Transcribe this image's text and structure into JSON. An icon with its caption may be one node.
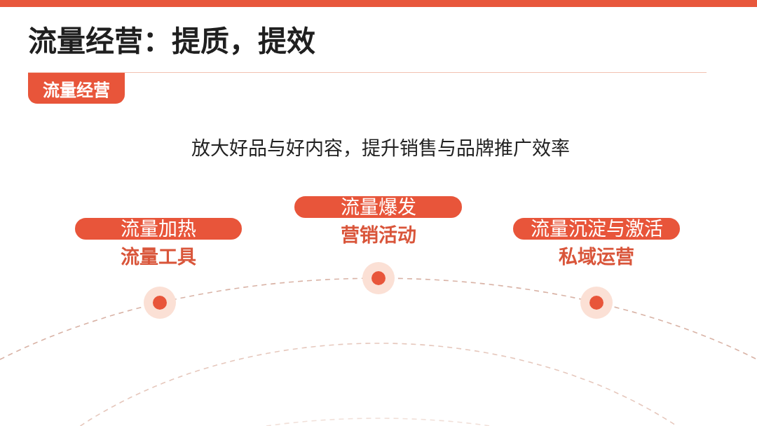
{
  "diagram": {
    "title": "流量经营：提质，提效",
    "nodes": [
      {
        "text": [
          "流量经营"
        ]
      },
      {
        "text": [
          "流量加热"
        ],
        "beside": [
          "流量工具"
        ]
      },
      {
        "text": [
          "流量爆发"
        ],
        "beside": [
          "营销活动"
        ]
      },
      {
        "text": [
          "流量沉淀与激活"
        ],
        "beside": [
          "私域运营"
        ]
      }
    ],
    "labels": [
      "放大好品与好内容，提升销售与品牌推广效率"
    ]
  }
}
